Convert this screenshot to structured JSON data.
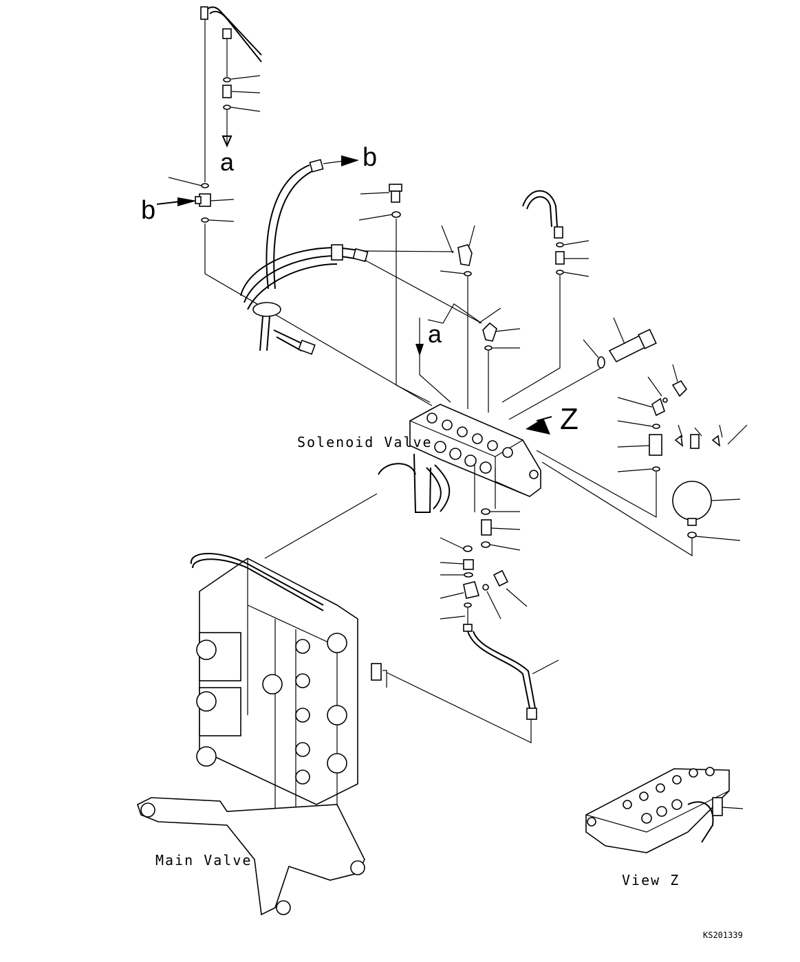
{
  "labels": {
    "solenoid_valve": "Solenoid Valve",
    "main_valve": "Main Valve",
    "view_z": "View Z",
    "drawing_id": "KS201339"
  },
  "markers": {
    "a": "a",
    "b": "b",
    "z": "Z"
  }
}
